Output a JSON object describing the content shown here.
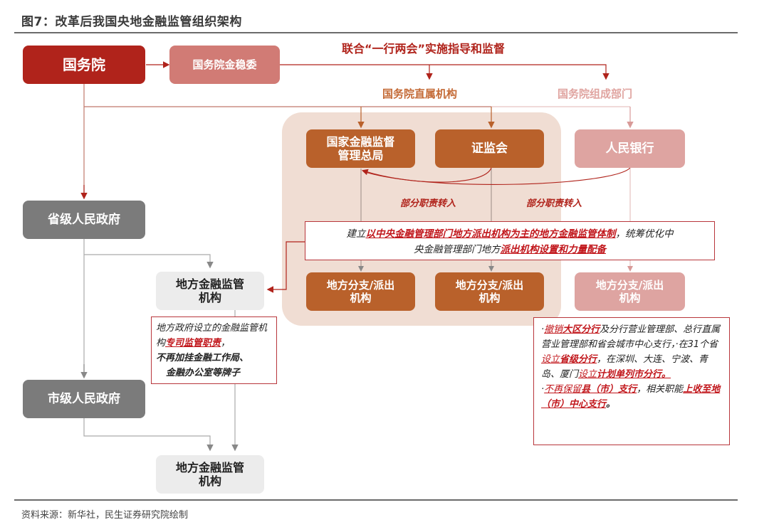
{
  "title": "图7：改革后我国央地金融监管组织架构",
  "top_note": "联合“一行两会”实施指导和监督",
  "nodes": {
    "state_council": "国务院",
    "fsdc": "国务院金稳委",
    "direct_agencies_label": "国务院直属机构",
    "component_depts_label": "国务院组成部门",
    "nfra_line1": "国家金融监督",
    "nfra_line2": "管理总局",
    "csrc": "证监会",
    "pboc": "人民银行",
    "provincial_gov": "省级人民政府",
    "city_gov": "市级人民政府",
    "local_reg_1_line1": "地方金融监管",
    "local_reg_1_line2": "机构",
    "local_reg_2_line1": "地方金融监管",
    "local_reg_2_line2": "机构",
    "branch_line1": "地方分支/派出",
    "branch_line2": "机构"
  },
  "transfer_labels": [
    "部分职责转入",
    "部分职责转入"
  ],
  "center_note": {
    "p1": "建立",
    "p2": "以中央金融管理部门地方派出机构为主的地方金融监管体制",
    "p3": "，统筹优化中",
    "p4": "央金融管理部门地方",
    "p5": "派出机构设置和力量配备"
  },
  "left_note": {
    "p1": "地方政府设立的金融监管机构",
    "p2": "专司监管职责",
    "p3": "，",
    "p4": "不再加挂金融工作局、",
    "p5": "金融办公室等牌子"
  },
  "right_note": {
    "a1": "·",
    "a2": "撤销",
    "a3": "大区分行",
    "a4": "及分行营业管理部、总行直属营业管理部和省会城市中心支行，·在31个省",
    "a5": "设立",
    "a6": "省级分行",
    "a7": "，在深圳、大连、宁波、青岛、厦门",
    "a8": "设立",
    "a9": "计划单列市分行。",
    "b1": "·",
    "b2": "不再保留",
    "b3": "县（市）支行",
    "b4": "，相关职能",
    "b5": "上收至地（市）中心支行",
    "b6": "。"
  },
  "source": "资料来源：新华社，民生证券研究院绘制",
  "colors": {
    "state_council": "#b0231b",
    "fsdc": "#d17b75",
    "direct_agency": "#b9612b",
    "pboc": "#dea4a1",
    "government": "#7b7b7b",
    "local_regulator": "#ececec",
    "band": "#f0ddd3",
    "highlight": "#c1161b"
  }
}
